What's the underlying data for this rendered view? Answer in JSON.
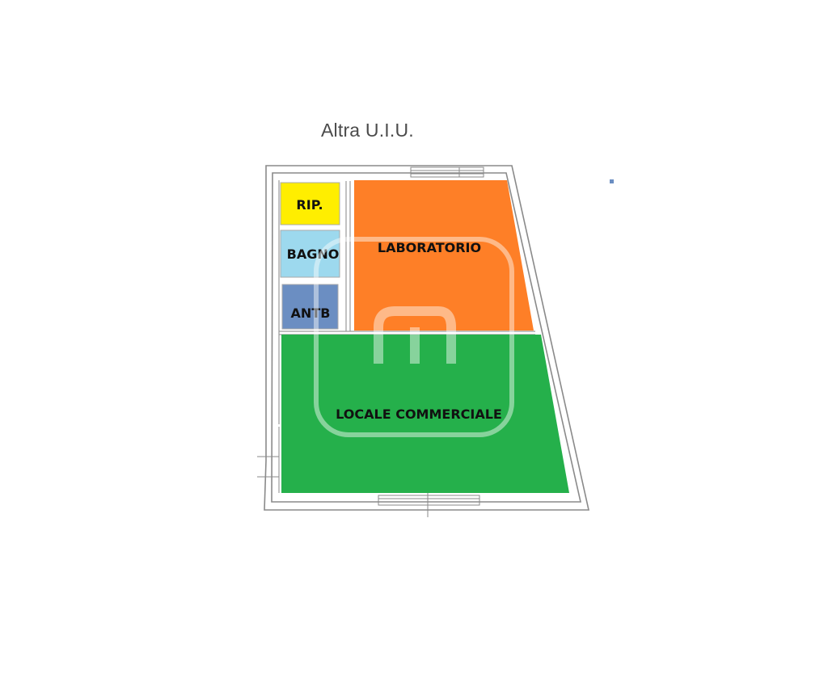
{
  "plan": {
    "title": "Altra U.I.U.",
    "rooms": {
      "ripostiglio": {
        "label": "RIP.",
        "color": "#ffee00"
      },
      "bagno": {
        "label": "BAGNO",
        "color": "#9dd9ee"
      },
      "antibagno": {
        "label": "ANTB",
        "color": "#6b8ec2"
      },
      "laboratorio": {
        "label": "LABORATORIO",
        "color": "#fe7f27"
      },
      "locale_commerciale": {
        "label": "LOCALE COMMERCIALE",
        "color": "#25b04b"
      }
    },
    "watermark": {
      "icon": "agency-logo-icon",
      "color": "#ffffff"
    },
    "wall_color": "#8a8a8a"
  }
}
